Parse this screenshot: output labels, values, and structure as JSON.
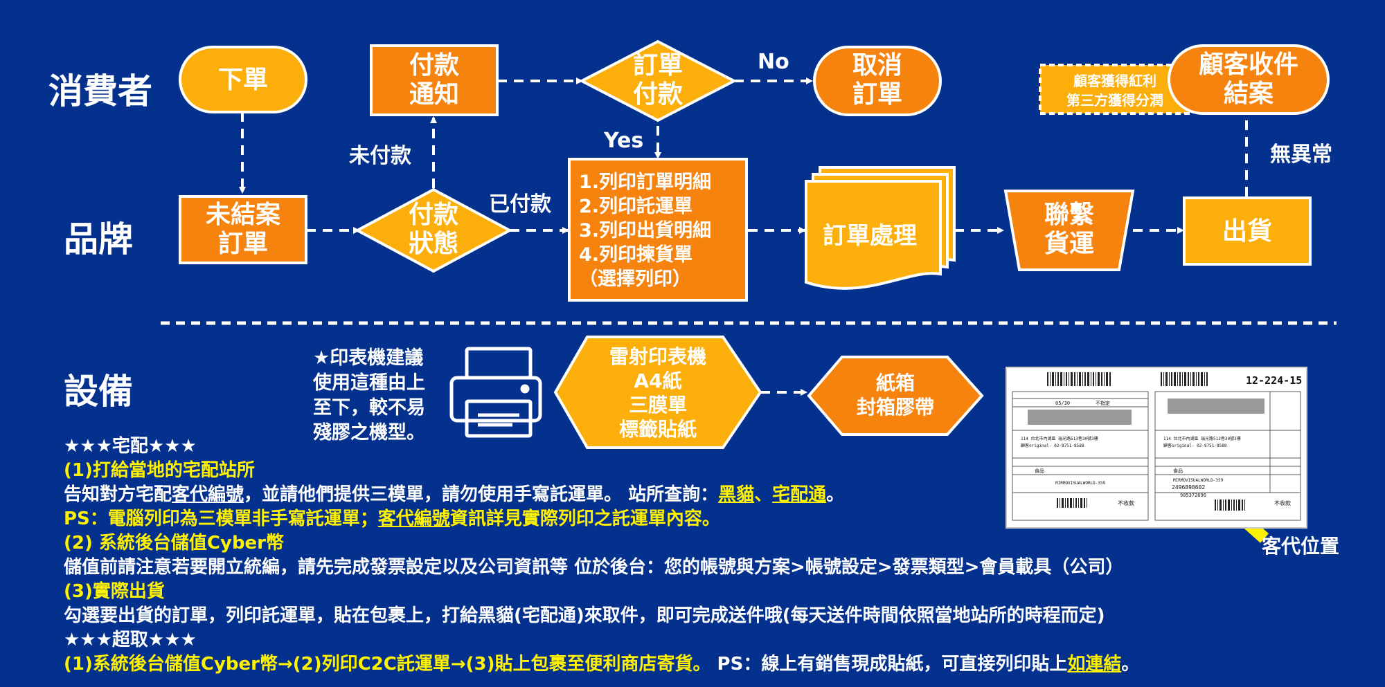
{
  "lanes": {
    "consumer": "消費者",
    "brand": "品牌",
    "equipment": "設備"
  },
  "nodes": {
    "place_order": "下單",
    "payment_notice": [
      "付款",
      "通知"
    ],
    "order_payment": [
      "訂單",
      "付款"
    ],
    "cancel_order": [
      "取消",
      "訂單"
    ],
    "bonus": [
      "顧客獲得紅利",
      "第三方獲得分潤"
    ],
    "customer_receive": [
      "顧客收件",
      "結案"
    ],
    "open_order": [
      "未結案",
      "訂單"
    ],
    "payment_status": [
      "付款",
      "狀態"
    ],
    "print_steps": [
      "1.列印訂單明細",
      "2.列印託運單",
      "3.列印出貨明細",
      "4.列印揀貨單",
      "（選擇列印）"
    ],
    "order_processing": "訂單處理",
    "contact_shipping": [
      "聯繫",
      "貨運"
    ],
    "ship": "出貨",
    "laser_printer": [
      "雷射印表機",
      "A4紙",
      "三膜單",
      "標籤貼紙"
    ],
    "carton": [
      "紙箱",
      "封箱膠帶"
    ]
  },
  "edge_labels": {
    "no": "No",
    "yes": "Yes",
    "unpaid": "未付款",
    "paid": "已付款",
    "no_exception": "無異常"
  },
  "printer_note": [
    "★印表機建議",
    "使用這種由上",
    "至下，較不易",
    "殘膠之機型。"
  ],
  "waybill": {
    "code": "12-224-15",
    "date": "05/30",
    "unspecified": "不指定",
    "address": "114 台北市內湖區 瑞光路513巷30號3樓",
    "sender": "顧客original- 02-8751-8588",
    "item": "食品",
    "order_no": "MIRMOVISUALWORLD-359",
    "tracking": "2496898602",
    "tracking2": "905372696",
    "no_collect": "不收款"
  },
  "daishou_position": "客代位置",
  "info": {
    "home_title": "★★★宅配★★★",
    "home_1_title": "(1)打給當地的宅配站所",
    "home_1_a": "告知對方宅配",
    "home_1_b": "客代編號",
    "home_1_c": "，並請他們提供三模單，請勿使用手寫託運單。 站所查詢：",
    "home_1_link1": "黑貓",
    "home_1_sep": "、",
    "home_1_link2": "宅配通",
    "home_1_end": "。",
    "home_ps_a": "PS：電腦列印為三模單非手寫託運單；",
    "home_ps_b": "客代編號",
    "home_ps_c": "資訊詳見實際列印之託運單內容。",
    "home_2_title": "(2) 系統後台儲值Cyber幣",
    "home_2_text": "儲值前請注意若要開立統編，請先完成發票設定以及公司資訊等  位於後台：您的帳號與方案>帳號設定>發票類型>會員載具（公司）",
    "home_3_title": "(3)實際出貨",
    "home_3_text": "勾選要出貨的訂單，列印託運單，貼在包裹上，打給黑貓(宅配通)來取件，即可完成送件哦(每天送件時間依照當地站所的時程而定)",
    "cvs_title": "★★★超取★★★",
    "cvs_a": "(1)系統後台儲值Cyber幣→(2)列印C2C託運單→(3)貼上包裹至便利商店寄貨。",
    "cvs_b": " PS：線上有銷售現成貼紙，可直接列印貼上",
    "cvs_link": "如連結",
    "cvs_end": "。"
  },
  "colors": {
    "background": "#04318e",
    "orange": "#f7830f",
    "amber": "#fcae0a",
    "highlight": "#fff200"
  }
}
